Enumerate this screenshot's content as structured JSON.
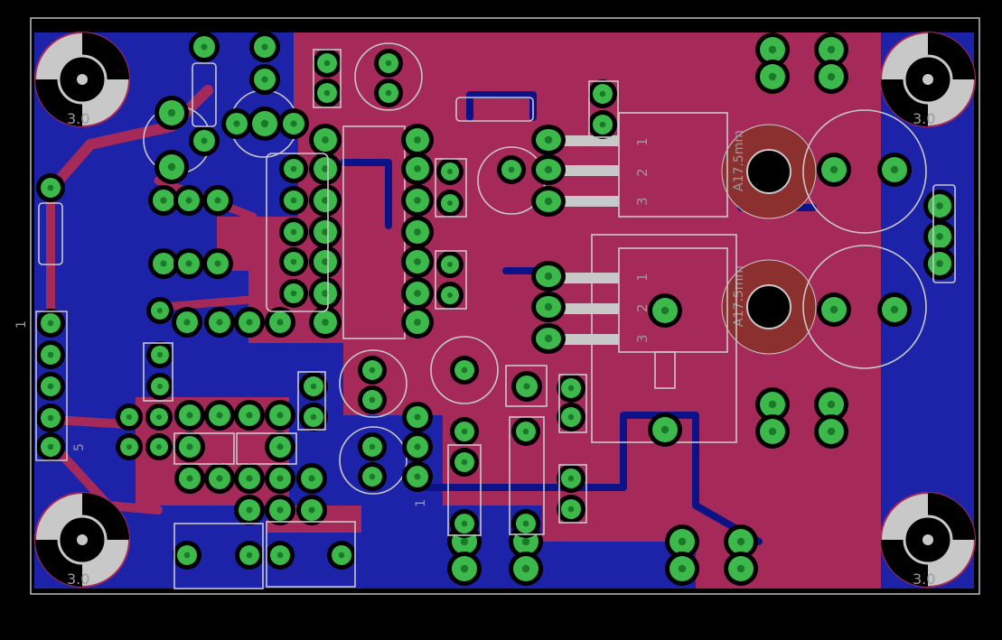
{
  "board": {
    "hole_labels": [
      "3.0",
      "3.0",
      "3.0",
      "3.0"
    ],
    "heatsink_labels": [
      "A17.5mm",
      "A17.5mm"
    ],
    "pin_labels_u1": [
      "1",
      "2",
      "3"
    ],
    "pin_labels_u2": [
      "1",
      "2",
      "3"
    ],
    "connector_label_1": "1",
    "connector_label_5": "5",
    "misc_label_1": "1"
  },
  "colors": {
    "background": "#000000",
    "bottom_copper": "#1d23a8",
    "top_copper": "#a52a5a",
    "pad": "#3db84a",
    "silkscreen": "#c8c8c8",
    "outline": "#bdbdbd"
  }
}
